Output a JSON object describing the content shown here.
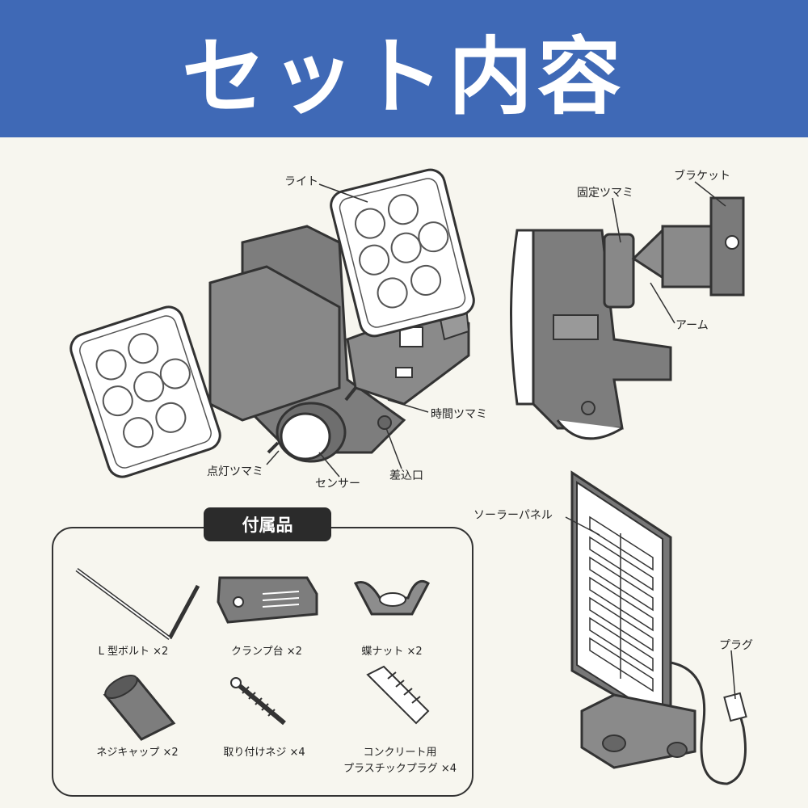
{
  "title": "セット内容",
  "main_labels": {
    "light": "ライト",
    "time_knob": "時間ツマミ",
    "lighting_knob": "点灯ツマミ",
    "sensor": "センサー",
    "socket": "差込口",
    "fixing_knob": "固定ツマミ",
    "bracket": "ブラケット",
    "arm": "アーム",
    "solar_panel": "ソーラーパネル",
    "plug": "プラグ"
  },
  "accessories": {
    "heading": "付属品",
    "items": [
      {
        "label": "L 型ボルト ×2"
      },
      {
        "label": "クランプ台 ×2"
      },
      {
        "label": "蝶ナット ×2"
      },
      {
        "label": "ネジキャップ ×2"
      },
      {
        "label": "取り付けネジ ×4"
      },
      {
        "label": "コンクリート用",
        "label2": "プラスチックプラグ ×4"
      }
    ]
  },
  "colors": {
    "banner": "#3f69b6",
    "device": "#7a7a7a",
    "background": "#f7f6ef"
  }
}
